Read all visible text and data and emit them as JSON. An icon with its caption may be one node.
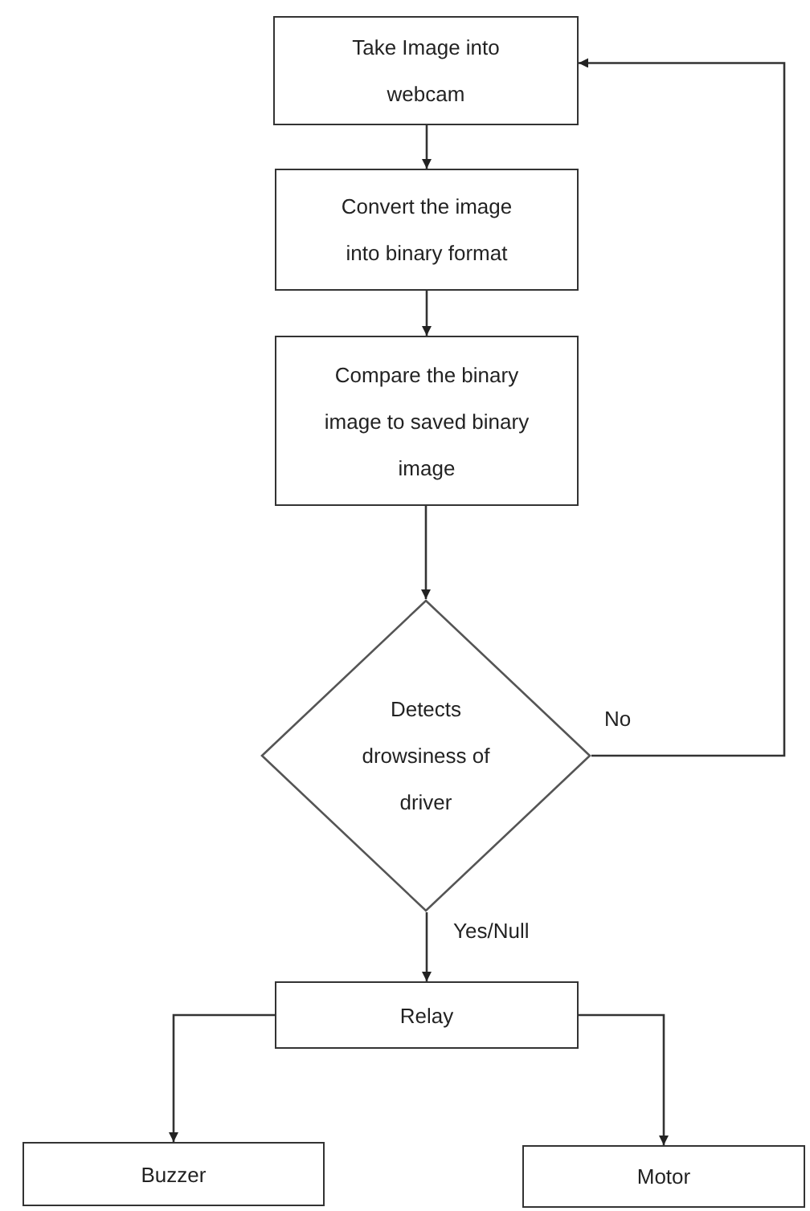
{
  "diagram": {
    "nodes": [
      {
        "text": [
          "Take Image into webcam"
        ]
      },
      {
        "text": [
          "Convert the image into binary format"
        ]
      },
      {
        "text": [
          "Compare the binary image to saved binary image"
        ]
      },
      {
        "text": [
          "Detects drowsiness of driver"
        ]
      },
      {
        "text": [
          "Relay"
        ]
      },
      {
        "text": [
          "Buzzer"
        ]
      },
      {
        "text": [
          "Motor"
        ]
      }
    ],
    "edges": [
      {
        "from": 0,
        "to": 1,
        "arrow": "to"
      },
      {
        "from": 1,
        "to": 2,
        "arrow": "to"
      },
      {
        "from": 2,
        "to": 3,
        "arrow": "to"
      },
      {
        "from": 3,
        "to": 0,
        "arrow": "to",
        "label": "No"
      },
      {
        "from": 3,
        "to": 4,
        "arrow": "to",
        "label": "Yes/Null"
      },
      {
        "from": 4,
        "to": 5,
        "arrow": "to"
      },
      {
        "from": 4,
        "to": 6,
        "arrow": "to"
      }
    ]
  }
}
